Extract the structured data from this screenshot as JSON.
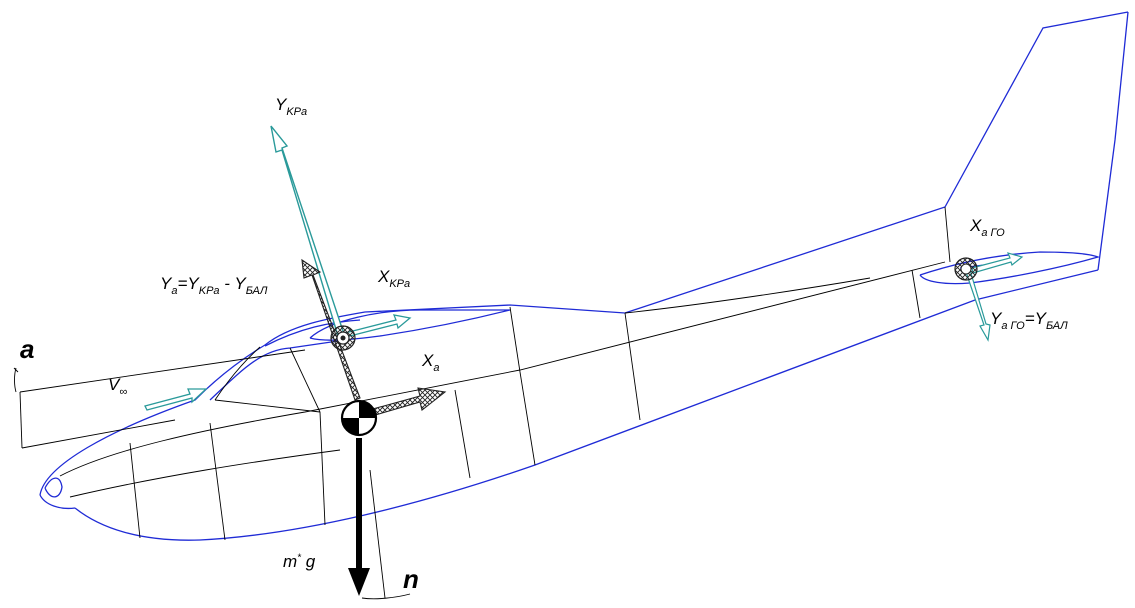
{
  "labels": {
    "y_kpa": {
      "main": "Y",
      "sub": "KPa"
    },
    "y_a": {
      "main": "Y",
      "sub": "a",
      "eq": "=Y",
      "sub2": "KPa",
      "minus": " - Y",
      "sub3": "БАЛ"
    },
    "x_kpa": {
      "main": "X",
      "sub": "KPa"
    },
    "x_a": {
      "main": "X",
      "sub": "a"
    },
    "x_a_go": {
      "main": "X",
      "sub": "a ГО"
    },
    "y_a_go": {
      "main": "Y",
      "sub": "a ГО",
      "eq": "=Y",
      "sub2": "БАЛ"
    },
    "v_inf": {
      "main": "V",
      "sub": "∞"
    },
    "alpha": "a",
    "mg": {
      "main": "m",
      "sup": "*",
      "rest": " g"
    },
    "n": "n"
  },
  "colors": {
    "outline": "#1f2bd6",
    "structure": "#000000",
    "force_arrow": "#2a9a9a",
    "hatch_arrow": "#333333"
  }
}
